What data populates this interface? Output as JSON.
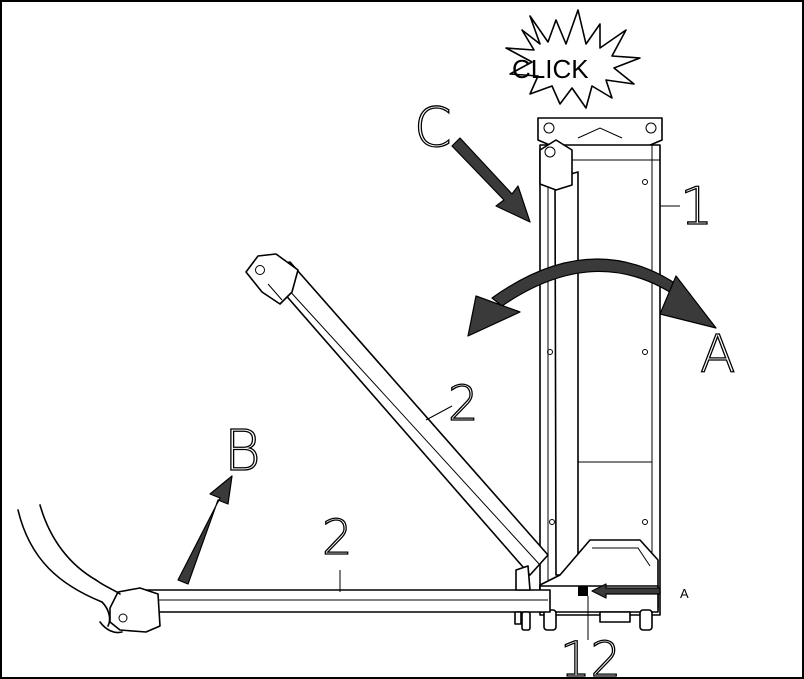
{
  "labels": {
    "click": "CLICK",
    "c": "C",
    "one": "1",
    "a_big": "A",
    "two_upper": "2",
    "b": "B",
    "two_lower": "2",
    "a_small": "A",
    "twelve": "12"
  },
  "colors": {
    "line": "#000000",
    "arrow_fill": "#3a3a3a",
    "background": "#ffffff"
  }
}
